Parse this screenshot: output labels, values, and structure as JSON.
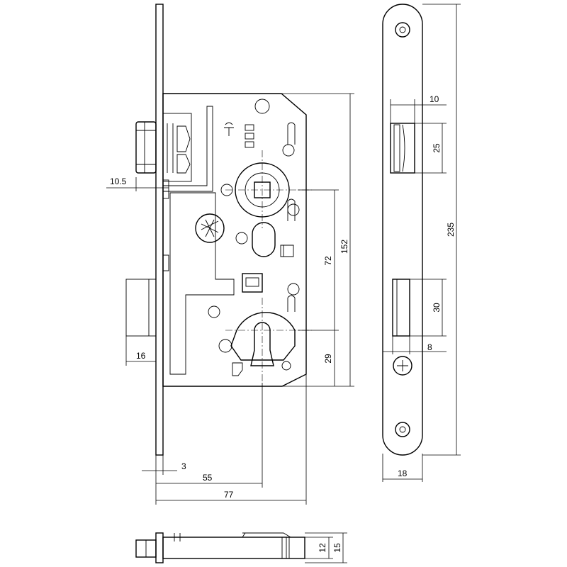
{
  "dimensions": {
    "backset_cylinder": "10.5",
    "latch_bolt_width": "10",
    "latch_bolt_height": "25",
    "faceplate_length": "235",
    "body_height": "152",
    "handle_to_cylinder": "72",
    "cylinder_to_bottom": "29",
    "deadbolt_height": "30",
    "deadbolt_width": "8",
    "deadbolt_throw": "16",
    "faceplate_thickness": "3",
    "backset": "55",
    "total_depth": "77",
    "faceplate_width": "18",
    "body_thickness": "12",
    "total_thickness": "15"
  }
}
